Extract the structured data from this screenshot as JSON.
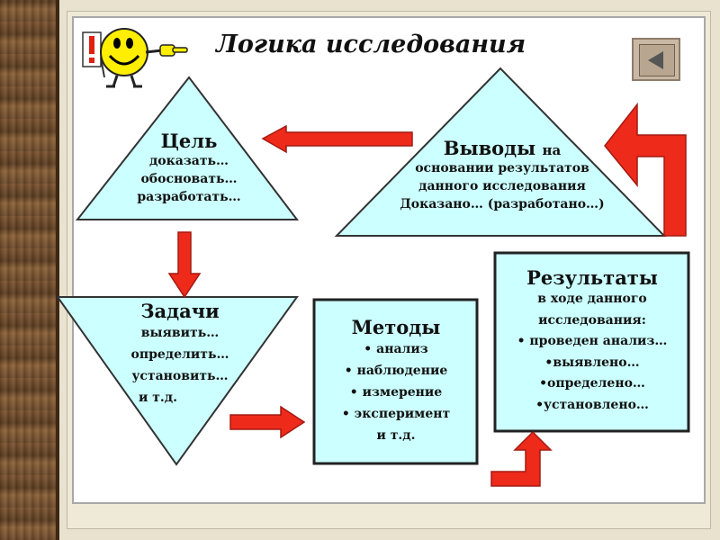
{
  "title": "Логика исследования",
  "goal": {
    "heading": "Цель",
    "items": [
      "доказать…",
      "обосновать…",
      "разработать…"
    ]
  },
  "tasks": {
    "heading": "Задачи",
    "items": [
      "выявить…",
      "определить…",
      "установить…",
      "и т.д."
    ]
  },
  "methods": {
    "heading": "Методы",
    "items": [
      "• анализ",
      "• наблюдение",
      "• измерение",
      "• эксперимент",
      "и т.д."
    ]
  },
  "results": {
    "heading": "Результаты",
    "items": [
      "в ходе данного",
      "исследования:",
      "• проведен анализ…",
      "•выявлено…",
      "•определено…",
      "•установлено…"
    ]
  },
  "conclusions": {
    "heading": "Выводы",
    "heading_suffix": "на",
    "items": [
      "основании результатов",
      "данного исследования",
      "Доказано… (разработано…)"
    ]
  },
  "colors": {
    "shape_fill": "#ccffff",
    "shape_border": "#333333",
    "arrow_fill": "#ee2a1a",
    "arrow_border": "#a31a12",
    "smiley_face": "#ffee00"
  },
  "icons": [
    "smiley-pointing-icon",
    "exclamation-icon",
    "back-arrow-icon"
  ]
}
